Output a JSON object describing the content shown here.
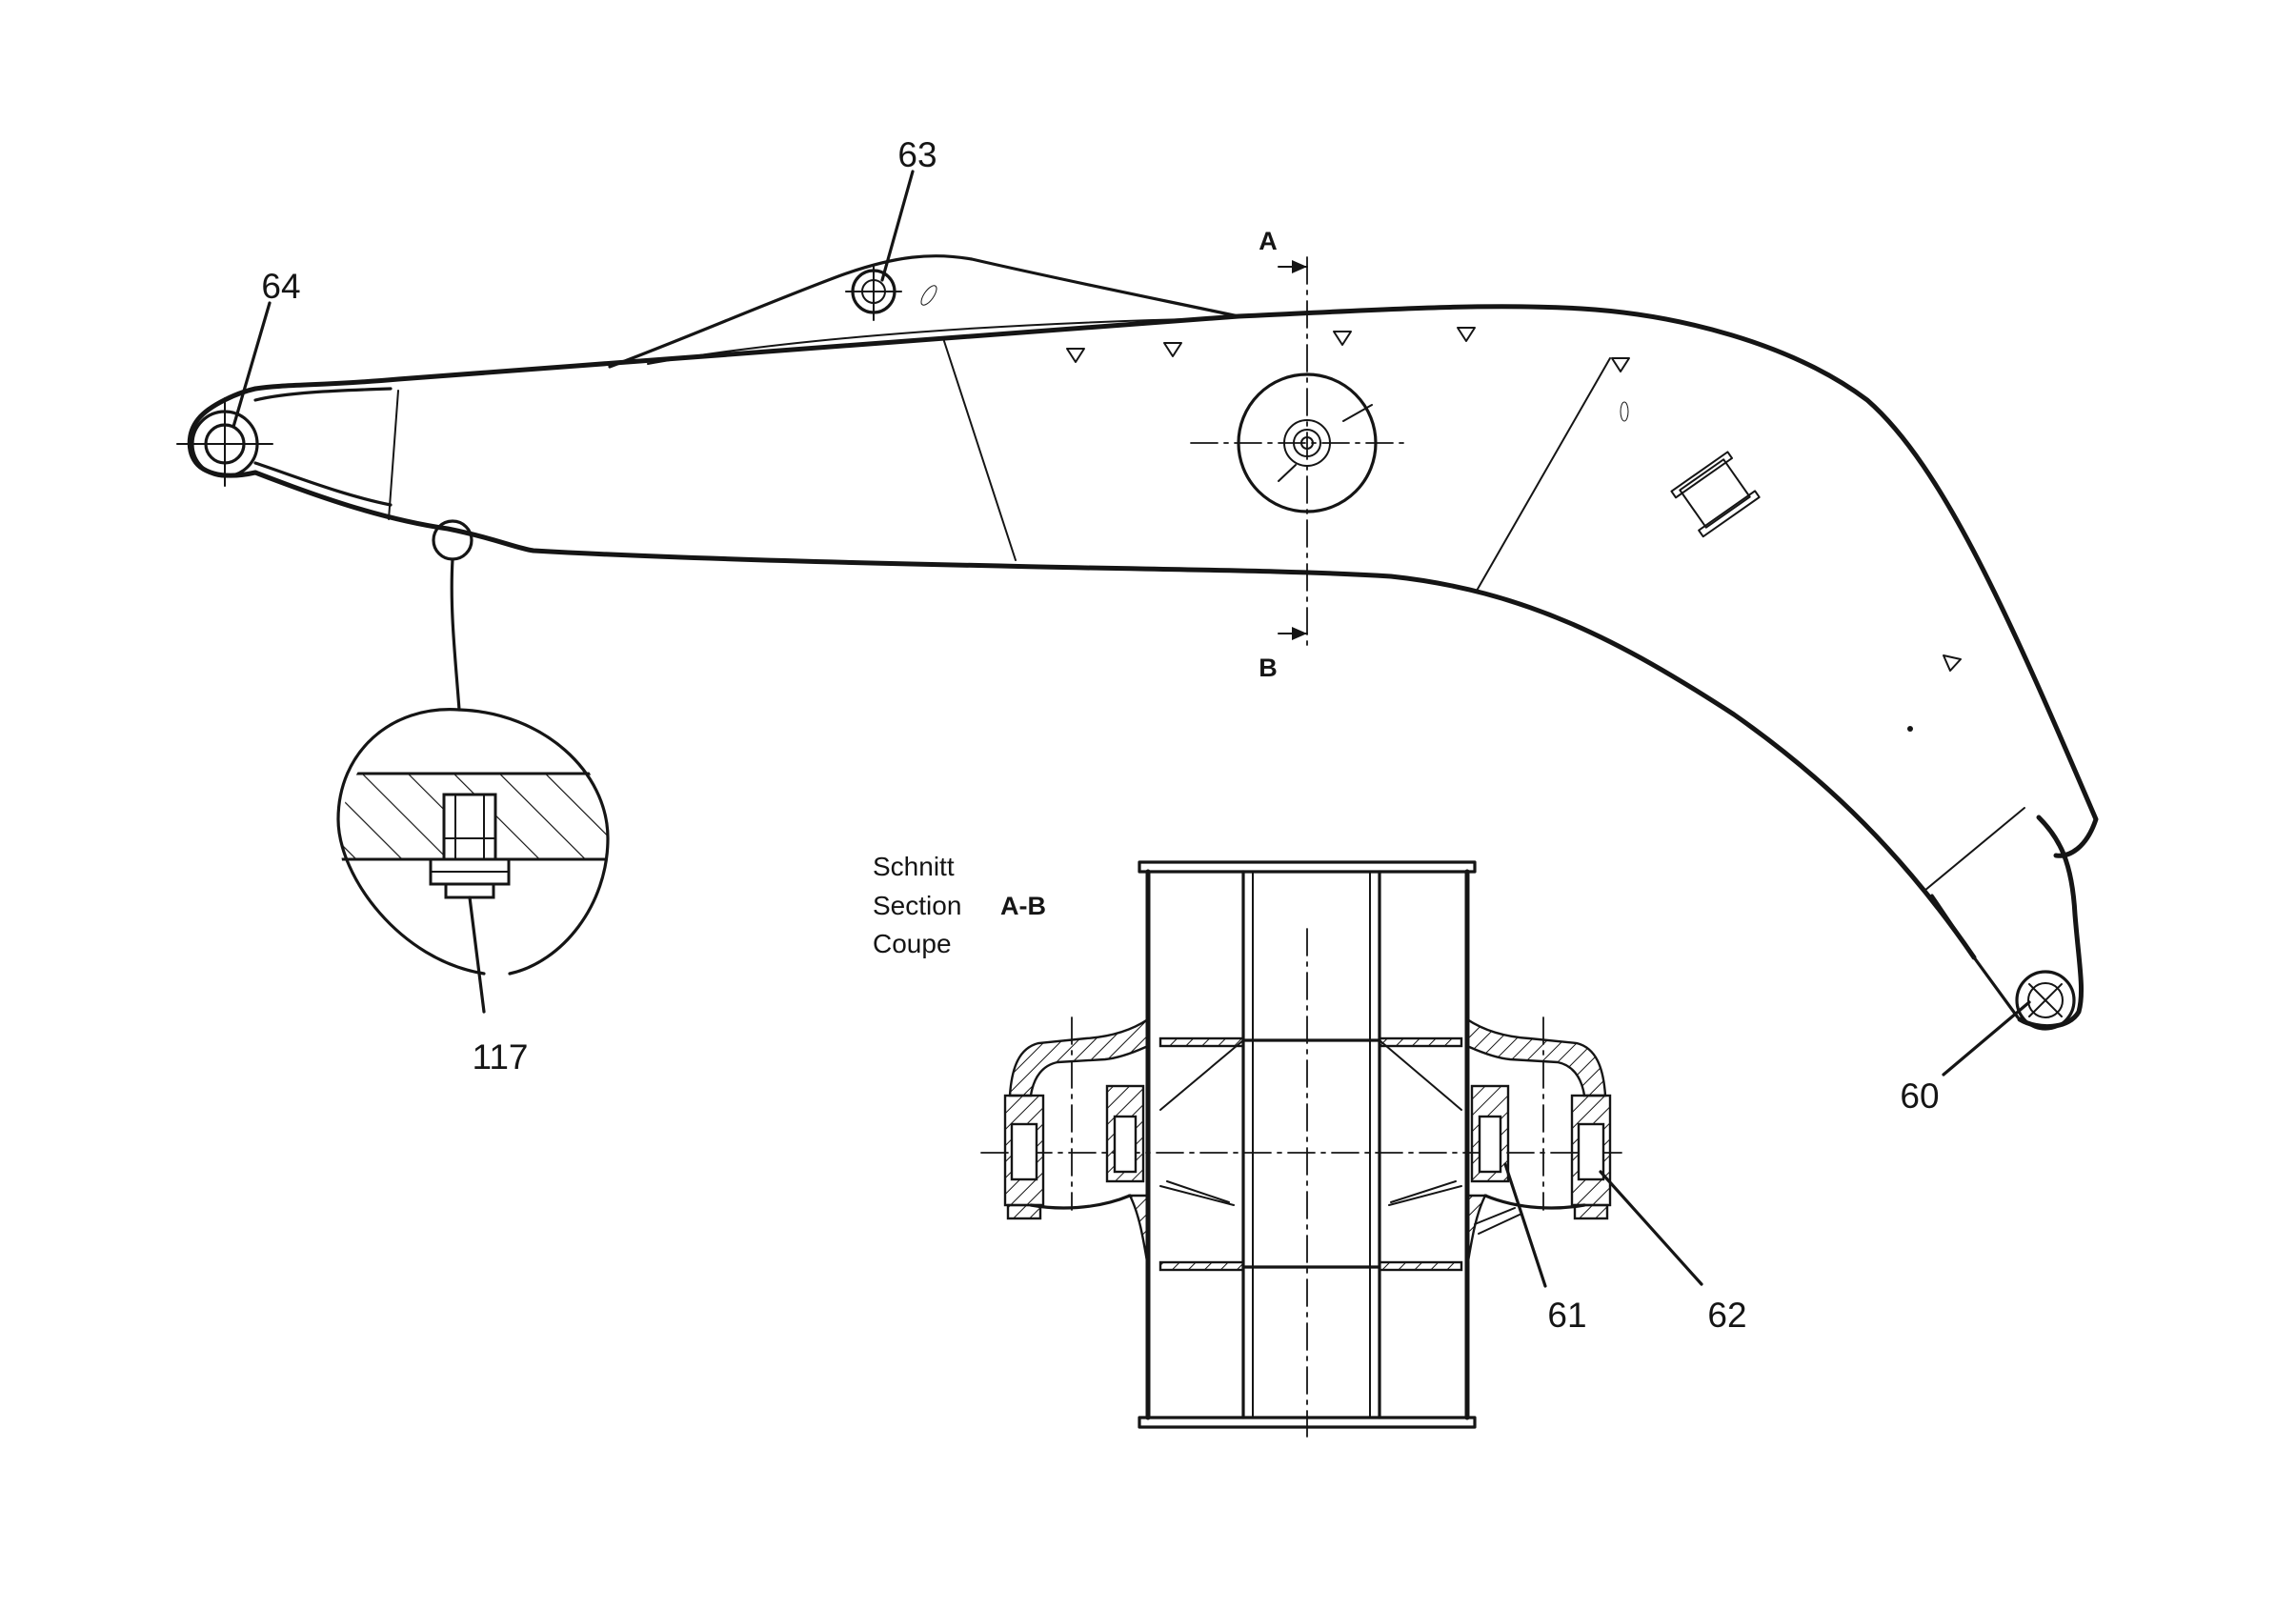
{
  "callouts": {
    "c63": "63",
    "c64": "64",
    "c60": "60",
    "c61": "61",
    "c62": "62",
    "c117": "117"
  },
  "section_marks": {
    "top": "A",
    "bottom": "B"
  },
  "section_caption": {
    "line1": "Schnitt",
    "line2": "Section",
    "line2_suffix": "A-B",
    "line3": "Coupe"
  },
  "colors": {
    "ink": "#151515",
    "paper": "#ffffff"
  }
}
